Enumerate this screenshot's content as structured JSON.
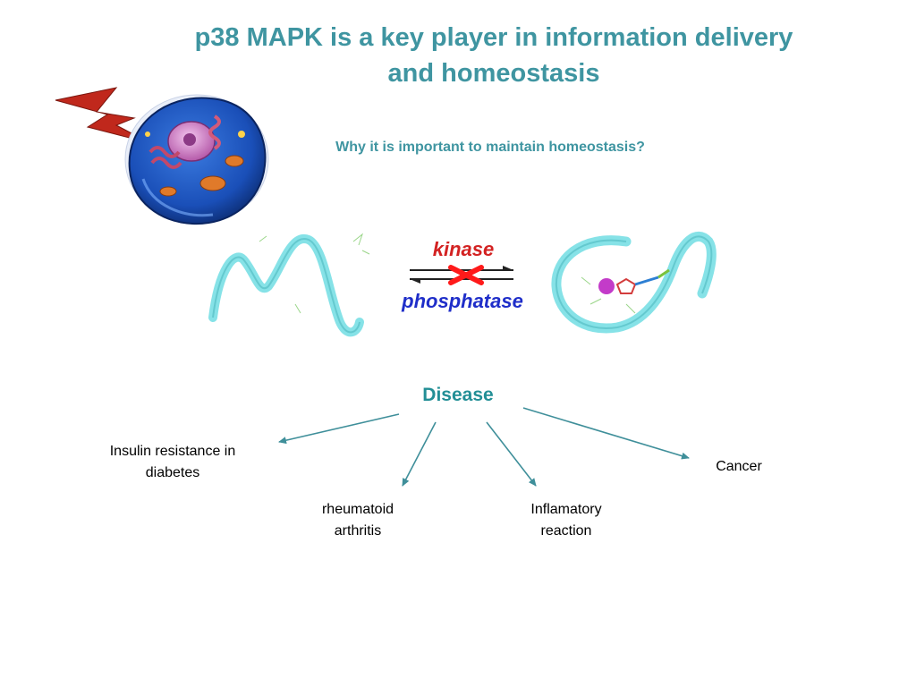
{
  "title": {
    "line1": "p38 MAPK is a key player in information delivery",
    "line2": "and homeostasis"
  },
  "question": "Why it is important to maintain homeostasis?",
  "reaction": {
    "forward_label": "kinase",
    "reverse_label": "phosphatase"
  },
  "disease": {
    "label": "Disease",
    "outcomes": [
      {
        "line1": "Insulin resistance in",
        "line2": "diabetes"
      },
      {
        "line1": "rheumatoid",
        "line2": "arthritis"
      },
      {
        "line1": "Inflamatory",
        "line2": "reaction"
      },
      {
        "line1": "Cancer",
        "line2": ""
      }
    ]
  },
  "colors": {
    "title": "#3f95a1",
    "disease": "#238f96",
    "arrow": "#3f8f9a",
    "protein": "#7fe0e6",
    "kinase": "#d32222",
    "phosphatase": "#1f2ec9",
    "block": "#ff1a1a",
    "lightning": "#c0281c",
    "cell": "#1a4fb8"
  },
  "icons": {
    "lightning": "lightning-bolt-icon",
    "cell": "cell-icon",
    "protein_unfolded": "unfolded-protein-icon",
    "protein_folded": "folded-protein-icon",
    "equilibrium_arrows": "equilibrium-arrows-icon",
    "block": "block-x-icon"
  }
}
